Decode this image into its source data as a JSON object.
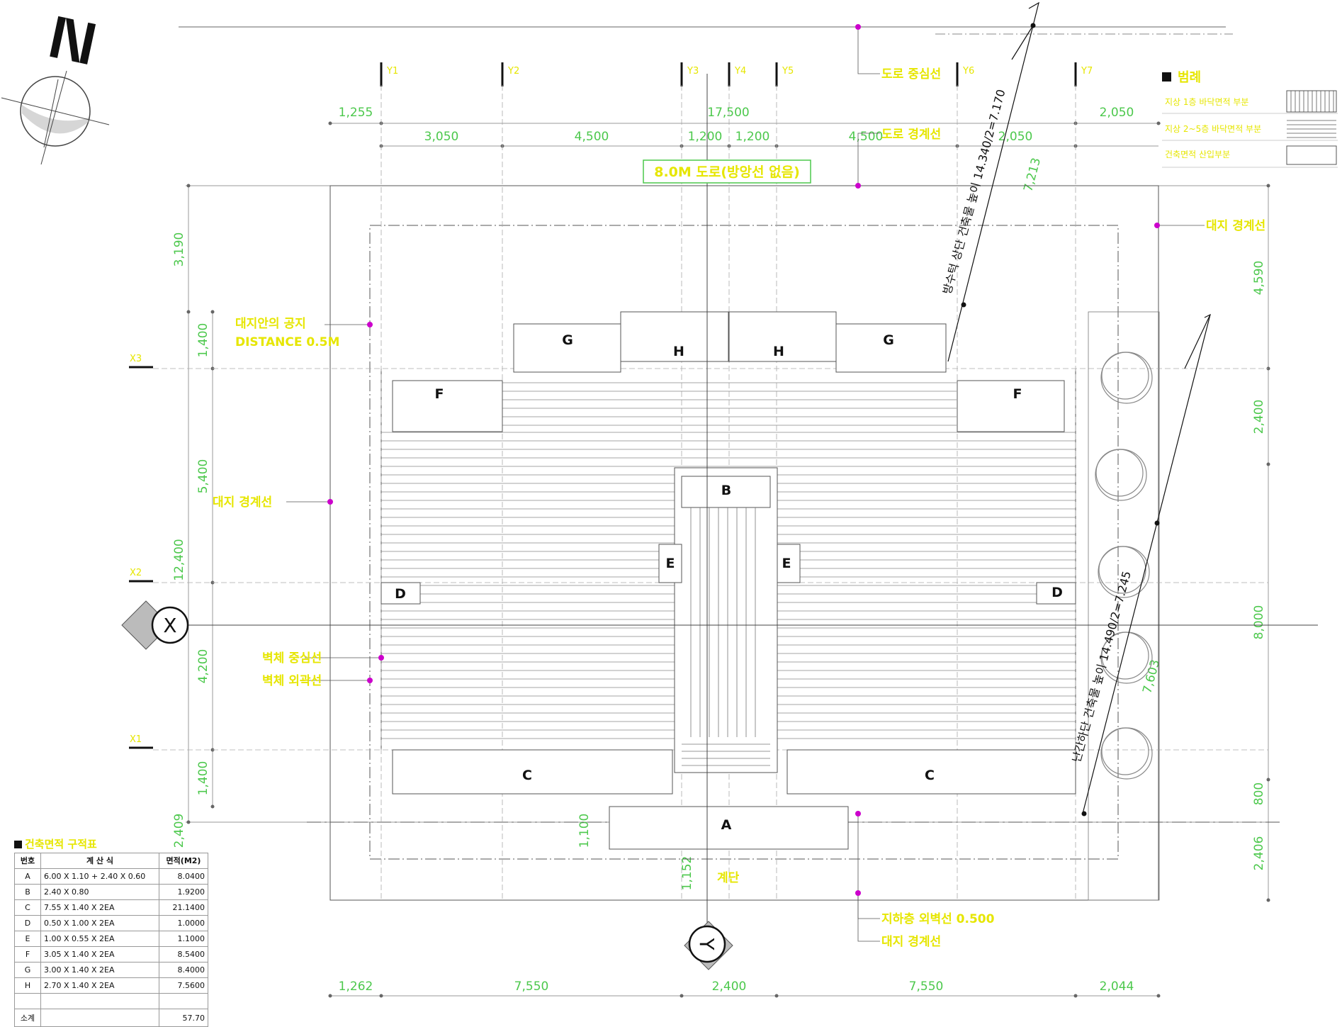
{
  "colors": {
    "line": "#444444",
    "grid": "#666666",
    "dim_green": "#4cc84c",
    "note_yellow": "#e6e600",
    "marker_magenta": "#cc00cc",
    "text": "#111111"
  },
  "road_label": "8.0M 도로(방앙선 없음)",
  "axes": {
    "x": "X",
    "y": "Y"
  },
  "slope_labels": {
    "top": "방수턱 상단 건축물 높이 14.340/2=7.170",
    "right": "난간하단 건축물 높이 14.490/2=7.245"
  },
  "grid_marks": [
    "Y1",
    "Y2",
    "Y3",
    "Y4",
    "Y5",
    "Y6",
    "Y7"
  ],
  "grid_marks_left": [
    "X3",
    "X2",
    "X1"
  ],
  "dims_top_overall": [
    "1,255",
    "17,500",
    "2,050"
  ],
  "dims_top_detail": [
    "3,050",
    "4,500",
    "1,200",
    "1,200",
    "4,500",
    "2,050"
  ],
  "dims_bottom": [
    "1,262",
    "7,550",
    "2,400",
    "7,550",
    "2,044"
  ],
  "dims_left_outer": [
    "3,190",
    "12,400",
    "2,409"
  ],
  "dims_left_inner": [
    "1,400",
    "5,400",
    "4,200",
    "1,400"
  ],
  "dims_right": [
    "4,590",
    "2,400",
    "8,000",
    "800",
    "2,406"
  ],
  "dims_inner": [
    "7,213",
    "7,603",
    "1,100",
    "1,152"
  ],
  "zone_labels": {
    "A": "A",
    "B": "B",
    "C": "C",
    "D": "D",
    "E": "E",
    "F": "F",
    "G": "G",
    "H": "H"
  },
  "annotations": {
    "road_boundary": "도로 경계선",
    "road_centerline": "도로 중심선",
    "lot_boundary_left": "대지 경계선",
    "lot_boundary_right": "대지 경계선",
    "lot_boundary_bottom": "대지 경계선",
    "setback_line1": "대지안의 공지",
    "setback_line2": "DISTANCE 0.5M",
    "wall_center": "벽체 중심선",
    "wall_outer": "벽체 외곽선",
    "bottom_note": "지하층 외벽선 0.500",
    "stair_label": "계단"
  },
  "legend": {
    "title": "범례",
    "items": [
      {
        "label": "지상 1층 바닥면적 부분",
        "pattern": "vertical"
      },
      {
        "label": "지상 2~5층 바닥면적 부분",
        "pattern": "horizontal"
      },
      {
        "label": "건축면적 산입부분",
        "pattern": "empty"
      }
    ]
  },
  "area_table": {
    "title": "건축면적 구적표",
    "headers": [
      "번호",
      "계 산 식",
      "면적(M2)"
    ],
    "rows": [
      {
        "id": "A",
        "formula": "6.00 X 1.10 + 2.40 X 0.60",
        "area": "8.0400"
      },
      {
        "id": "B",
        "formula": "2.40 X 0.80",
        "area": "1.9200"
      },
      {
        "id": "C",
        "formula": "7.55 X 1.40 X 2EA",
        "area": "21.1400"
      },
      {
        "id": "D",
        "formula": "0.50 X 1.00 X 2EA",
        "area": "1.0000"
      },
      {
        "id": "E",
        "formula": "1.00 X 0.55 X 2EA",
        "area": "1.1000"
      },
      {
        "id": "F",
        "formula": "3.05 X 1.40 X 2EA",
        "area": "8.5400"
      },
      {
        "id": "G",
        "formula": "3.00 X 1.40 X 2EA",
        "area": "8.4000"
      },
      {
        "id": "H",
        "formula": "2.70 X 1.40 X 2EA",
        "area": "7.5600"
      }
    ],
    "total_label": "소계",
    "total_value": "57.70"
  }
}
